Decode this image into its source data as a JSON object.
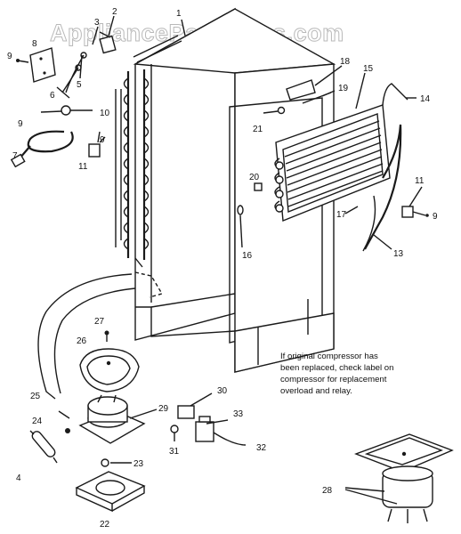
{
  "watermark": "AppliancePartsPros.com",
  "note_lines": [
    "If original compressor has",
    "been replaced, check label on",
    "compressor for replacement",
    "overload and relay."
  ],
  "labels": {
    "n1": "1",
    "n2": "2",
    "n3": "3",
    "n4": "4",
    "n5": "5",
    "n6": "6",
    "n7": "7",
    "n8": "8",
    "n9a": "9",
    "n9b": "9",
    "n9c": "9",
    "n9d": "9",
    "n10": "10",
    "n11a": "11",
    "n11b": "11",
    "n13": "13",
    "n14": "14",
    "n15": "15",
    "n16": "16",
    "n17": "17",
    "n18": "18",
    "n19": "19",
    "n20": "20",
    "n21": "21",
    "n22": "22",
    "n23": "23",
    "n24": "24",
    "n25": "25",
    "n26": "26",
    "n27": "27",
    "n28": "28",
    "n29": "29",
    "n30": "30",
    "n31": "31",
    "n32": "32",
    "n33": "33"
  }
}
